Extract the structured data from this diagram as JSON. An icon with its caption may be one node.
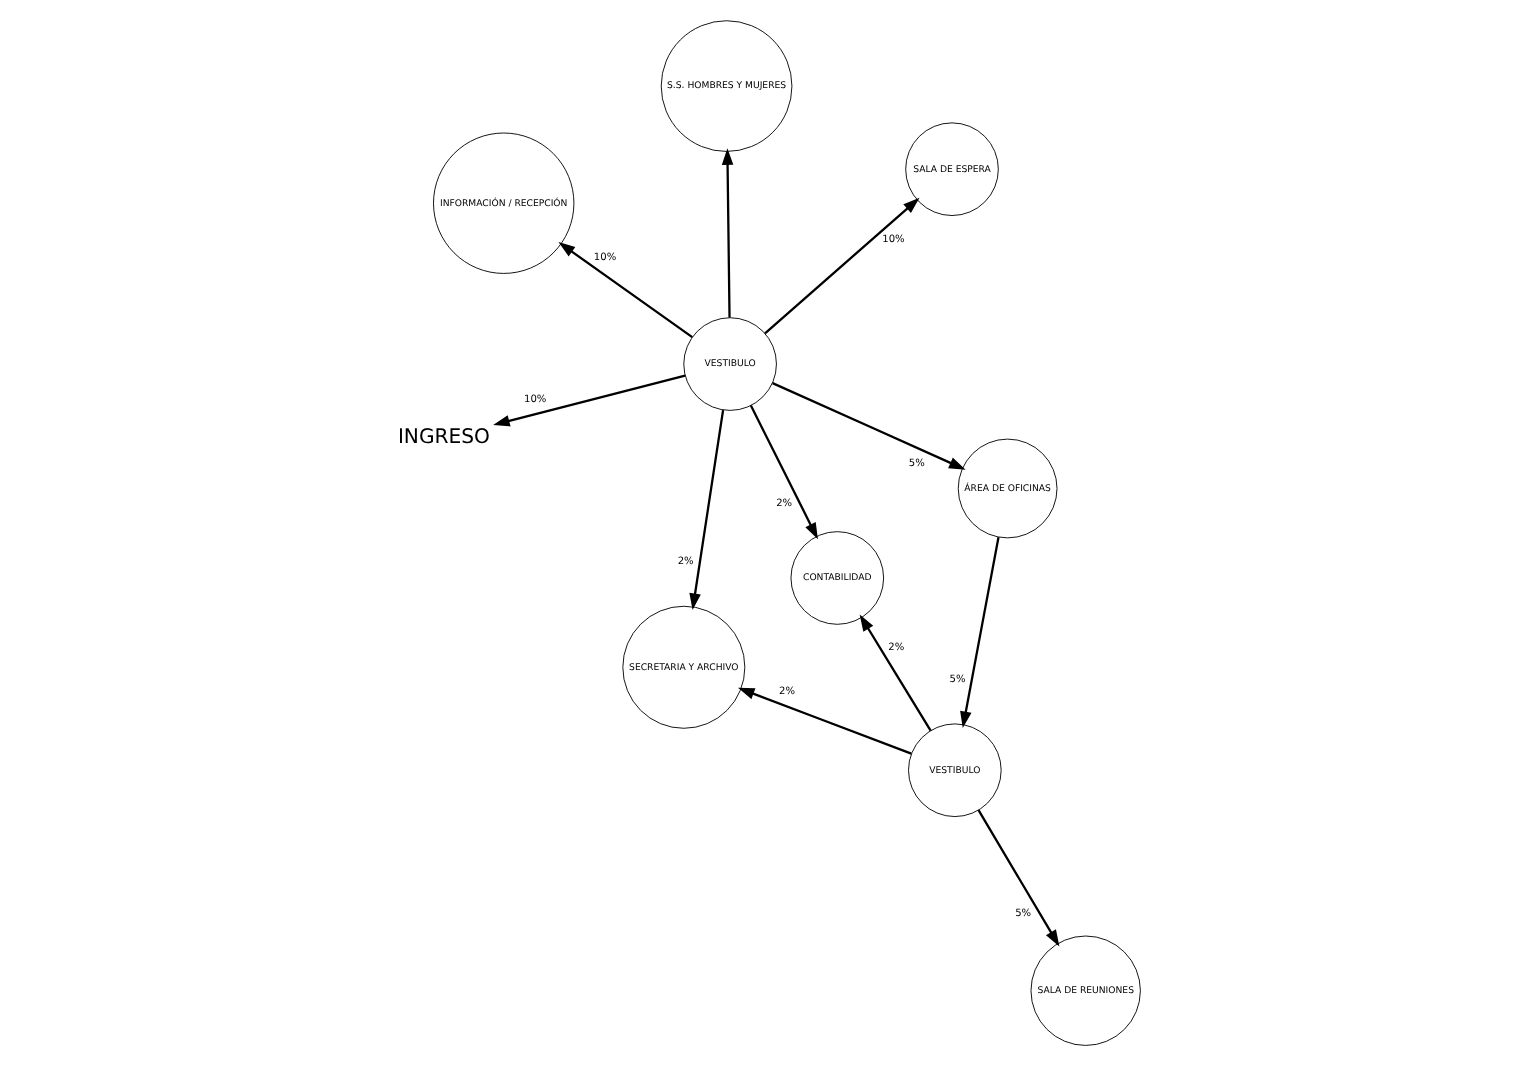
{
  "diagram": {
    "nodes": [
      {
        "text": [
          "INFORMACIÓN / RECEPCIÓN"
        ]
      },
      {
        "text": [
          "SALA DE ESPERA"
        ]
      },
      {
        "text": [
          "CONTABILIDAD"
        ]
      },
      {
        "text": [
          "VESTIBULO"
        ]
      },
      {
        "text": [
          "S.S. HOMBRES Y MUJERES"
        ]
      },
      {
        "text": [
          "ÁREA DE OFICINAS"
        ]
      },
      {
        "text": [
          "SECRETARIA Y ARCHIVO"
        ]
      },
      {
        "text": [
          "VESTIBULO"
        ]
      },
      {
        "text": [
          "INGRESO"
        ]
      },
      {
        "text": [
          "SALA DE REUNIONES"
        ]
      }
    ],
    "edges": [
      {
        "from": 3,
        "to": 0,
        "arrow": "to",
        "label": "10%"
      },
      {
        "from": 3,
        "to": 1,
        "arrow": "to",
        "label": "10%"
      },
      {
        "from": 3,
        "to": 2,
        "arrow": "to",
        "label": "2%"
      },
      {
        "from": 3,
        "to": 4,
        "arrow": "to"
      },
      {
        "from": 3,
        "to": 5,
        "arrow": "to",
        "label": "5%"
      },
      {
        "from": 3,
        "to": 6,
        "arrow": "to",
        "label": "2%"
      },
      {
        "from": 3,
        "to": 8,
        "arrow": "to",
        "label": "10%"
      },
      {
        "from": 7,
        "to": 2,
        "arrow": "to",
        "label": "2%"
      },
      {
        "from": 5,
        "to": 7,
        "arrow": "to",
        "label": "5%"
      },
      {
        "from": 7,
        "to": 6,
        "arrow": "to",
        "label": "2%"
      },
      {
        "from": 7,
        "to": 9,
        "arrow": "to",
        "label": "5%"
      }
    ]
  }
}
